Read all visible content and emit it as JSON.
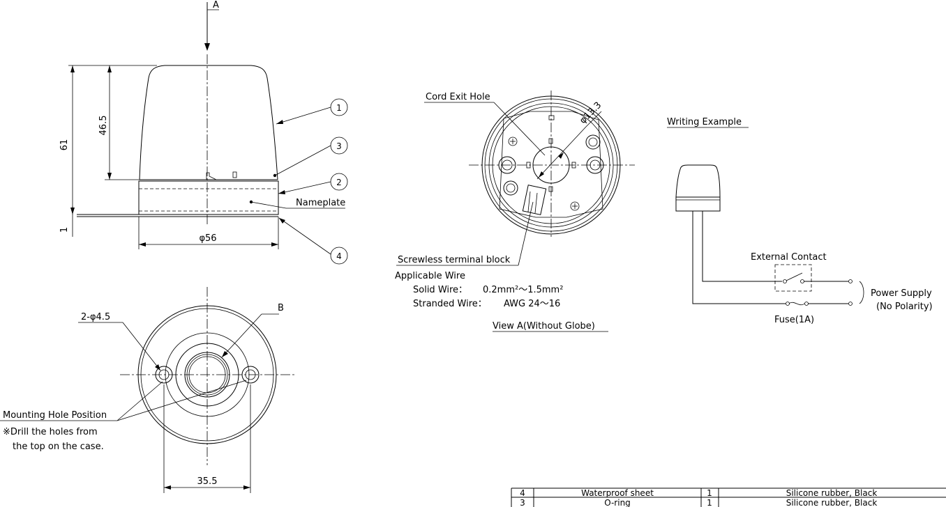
{
  "view_marker": "A",
  "front_view": {
    "dim_height": "61",
    "dim_globe": "46.5",
    "dim_base": "1",
    "dim_diameter": "φ56",
    "nameplate": "Nameplate",
    "callouts": [
      "1",
      "2",
      "3",
      "4"
    ]
  },
  "bottom_view": {
    "holes_label": "2-φ4.5",
    "marker_b": "B",
    "dim_pitch": "35.5",
    "mounting_label": "Mounting Hole Position",
    "note_line1": "※Drill the holes from",
    "note_line2": "the top on the case."
  },
  "view_a": {
    "cord_exit_label": "Cord Exit Hole",
    "dim_hole": "φ13.3",
    "terminal_label": "Screwless terminal block",
    "wire_title": "Applicable Wire",
    "solid_label": "Solid Wire：",
    "solid_value": "0.2mm²～1.5mm²",
    "stranded_label": "Stranded Wire：",
    "stranded_value": "AWG 24～16",
    "caption": "View A(Without Globe)"
  },
  "wiring": {
    "title": "Writing Example",
    "external_contact": "External Contact",
    "power_supply": "Power Supply",
    "no_polarity": "(No Polarity)",
    "fuse": "Fuse(1A)"
  },
  "parts_table": {
    "rows": [
      {
        "no": "4",
        "name": "Waterproof sheet",
        "qty": "1",
        "material": "Silicone rubber, Black"
      },
      {
        "no": "3",
        "name": "O-ring",
        "qty": "1",
        "material": "Silicone rubber, Black"
      }
    ]
  }
}
